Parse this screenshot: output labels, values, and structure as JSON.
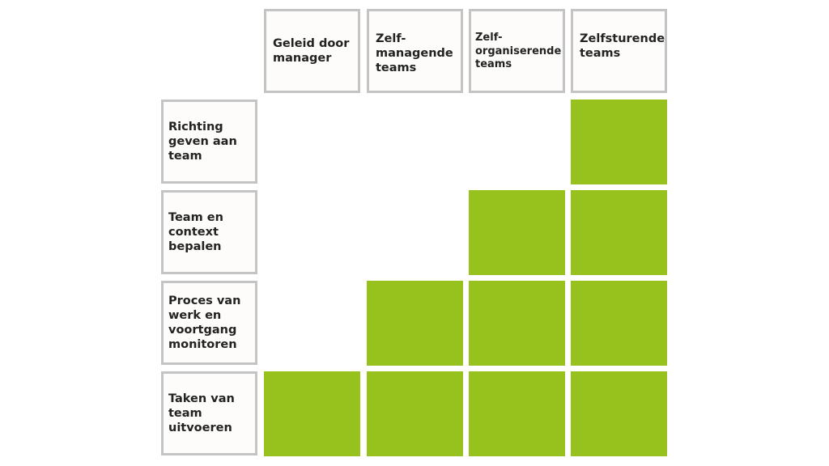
{
  "columns": [
    {
      "label": "Geleid door\nmanager"
    },
    {
      "label": "Zelf-\nmanagende\nteams"
    },
    {
      "label": "Zelf-\norganiserende\nteams"
    },
    {
      "label": "Zelfsturende\nteams"
    }
  ],
  "rows": [
    {
      "label": "Richting\ngeven aan\nteam",
      "cells": [
        false,
        false,
        false,
        true
      ]
    },
    {
      "label": "Team en\ncontext\nbepalen",
      "cells": [
        false,
        false,
        true,
        true
      ]
    },
    {
      "label": "Proces van\nwerk en\nvoortgang\nmonitoren",
      "cells": [
        false,
        true,
        true,
        true
      ]
    },
    {
      "label": "Taken van\nteam\nuitvoeren",
      "cells": [
        true,
        true,
        true,
        true
      ]
    }
  ],
  "colors": {
    "filled": "#97c21e",
    "border": "#c4c4c4",
    "box_bg": "#fdfcfa"
  }
}
